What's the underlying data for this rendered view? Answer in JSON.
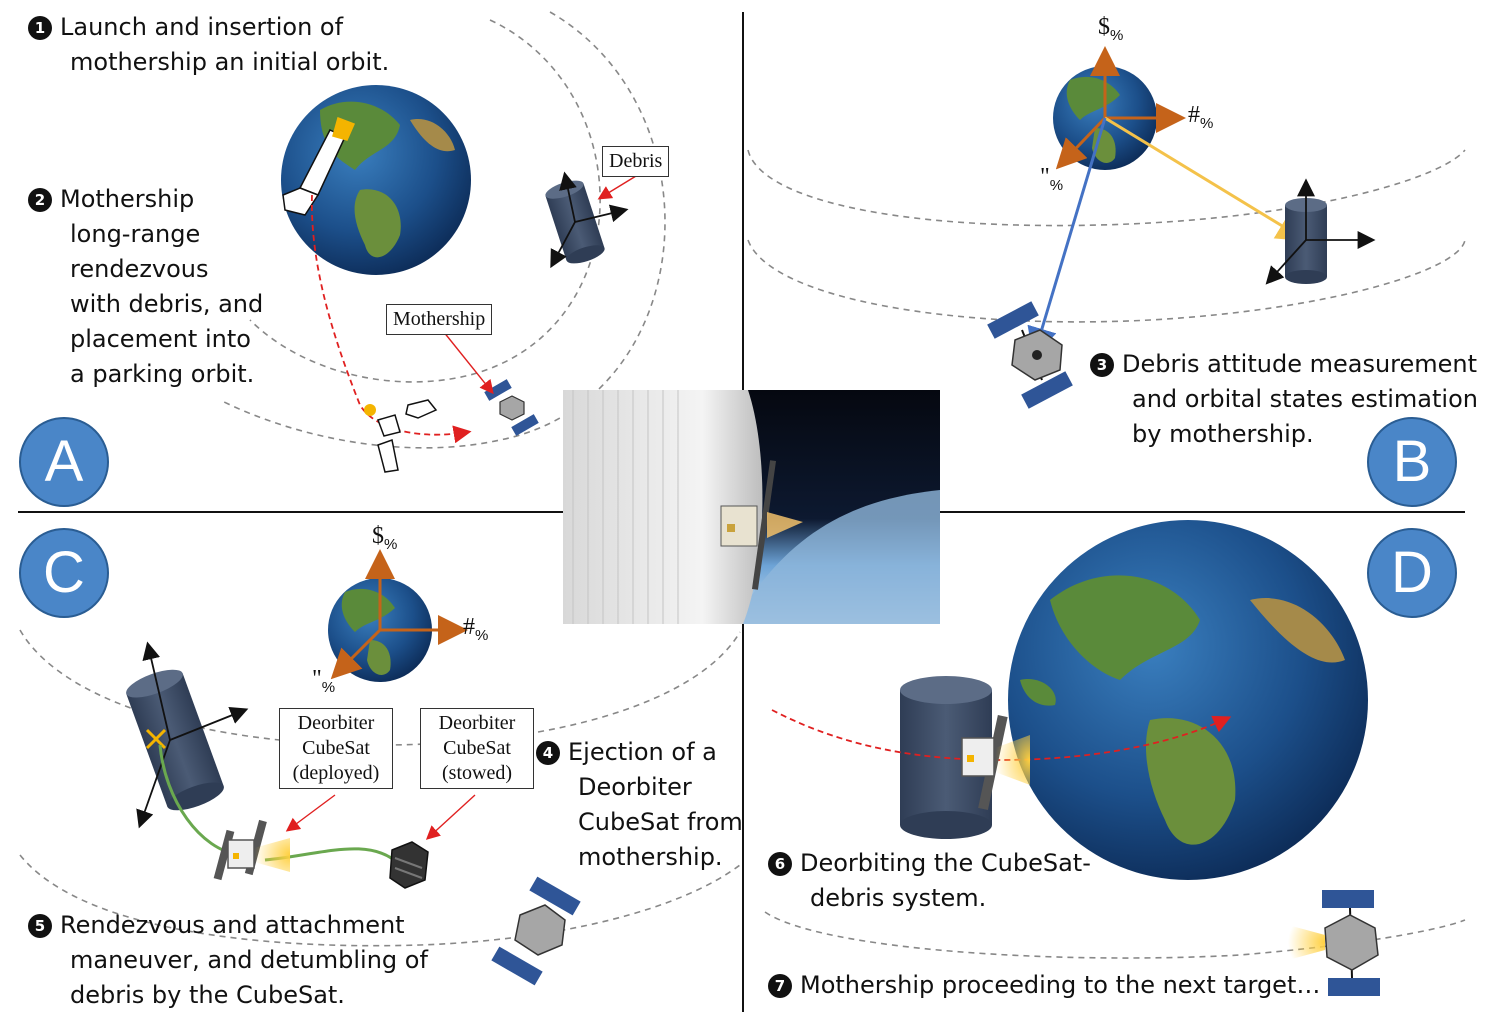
{
  "panels": {
    "a": "A",
    "b": "B",
    "c": "C",
    "d": "D"
  },
  "steps": {
    "s1": {
      "num": "1",
      "lines": [
        "Launch and insertion of",
        "mothership an initial orbit."
      ]
    },
    "s2": {
      "num": "2",
      "lines": [
        "Mothership",
        "long-range",
        "rendezvous",
        "with debris, and",
        "placement into",
        "a parking orbit."
      ]
    },
    "s3": {
      "num": "3",
      "lines": [
        "Debris attitude measurement",
        "and orbital states estimation",
        "by mothership."
      ]
    },
    "s4": {
      "num": "4",
      "lines": [
        "Ejection of a",
        "Deorbiter",
        "CubeSat from",
        "mothership."
      ]
    },
    "s5": {
      "num": "5",
      "lines": [
        "Rendezvous and attachment",
        "maneuver, and detumbling of",
        "debris by the CubeSat."
      ]
    },
    "s6": {
      "num": "6",
      "lines": [
        "Deorbiting the CubeSat-",
        "debris system."
      ]
    },
    "s7": {
      "num": "7",
      "lines": [
        "Mothership proceeding to the next target…"
      ]
    }
  },
  "labels": {
    "debris": "Debris",
    "mothership": "Mothership",
    "deployed": [
      "Deorbiter",
      "CubeSat",
      "(deployed)"
    ],
    "stowed": [
      "Deorbiter",
      "CubeSat",
      "(stowed)"
    ]
  },
  "axes": {
    "b_z": "$",
    "b_x": "#",
    "b_y": "\"",
    "c_z": "$",
    "c_x": "#",
    "c_y": "\"",
    "sub": "%"
  },
  "colors": {
    "panel_circle": "#4a86c8",
    "orbit": "#888888",
    "trajectory": "#e02020",
    "axis_frame": "#c5631a",
    "debris": "#44546a",
    "solar_panel": "#2f5597",
    "green_path": "#6aa84f",
    "range_yellow": "#f4c24a",
    "range_blue": "#4472c4"
  }
}
